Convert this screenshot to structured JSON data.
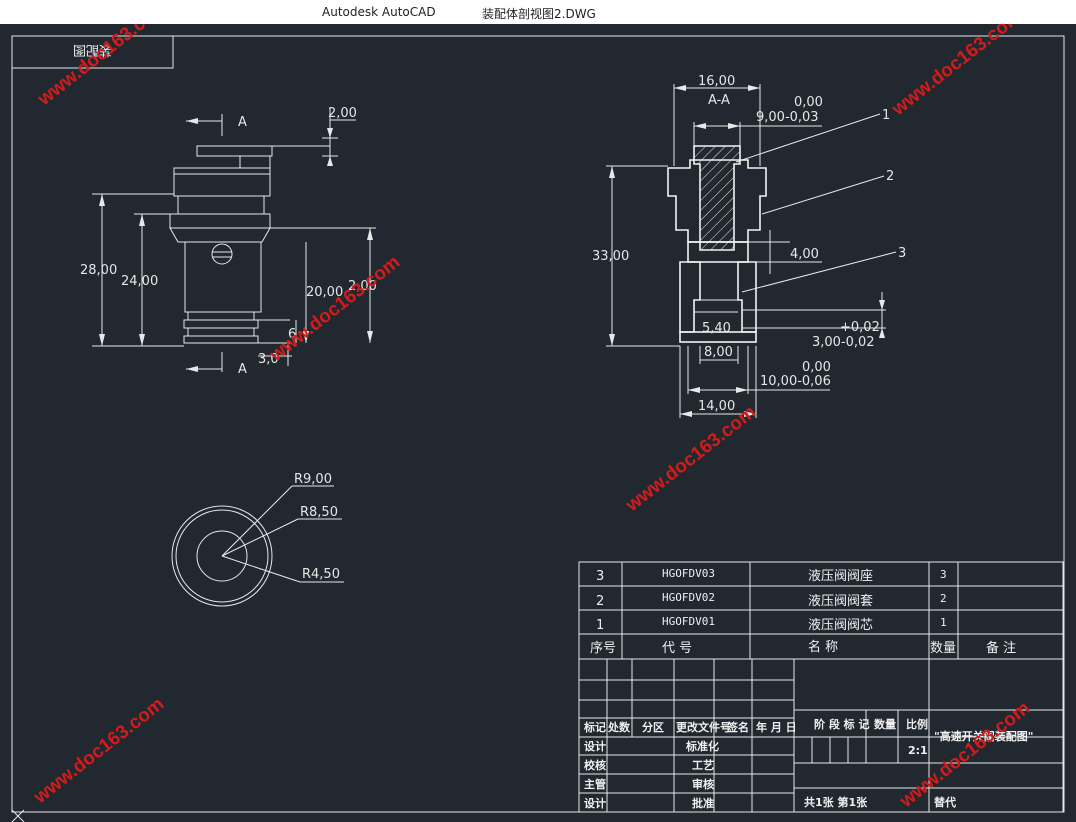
{
  "app": {
    "name": "Autodesk AutoCAD",
    "file": "装配体剖视图2.DWG"
  },
  "corner_label": "装配图",
  "colors": {
    "background": "#212830",
    "lines": "#e8e8e8",
    "watermark": "#d21c1c"
  },
  "view_left": {
    "section_mark": "A",
    "dims": {
      "top_step": "2,00",
      "overall": "28,00",
      "body": "24,00",
      "right_a": "20,00",
      "right_b": "2,00",
      "small_a": "6",
      "small_b": "3,0"
    }
  },
  "view_section": {
    "title": "A-A",
    "dims": {
      "top_width": "16,00",
      "fit_upper": "0,00",
      "fit_main": "9,00-0,03",
      "height": "33,00",
      "step": "4,00",
      "bore": "5,40",
      "inner": "8,00",
      "tol_upper": "+0,02",
      "tol_main": "3,00-0,02",
      "base_upper": "0,00",
      "base_main": "10,00-0,06",
      "base_width": "14,00"
    },
    "balloons": [
      "1",
      "2",
      "3"
    ]
  },
  "view_circle": {
    "radii": [
      "R9,00",
      "R8,50",
      "R4,50"
    ]
  },
  "bom": {
    "rows": [
      {
        "no": "3",
        "code": "HGOFDV03",
        "name": "液压阀阀座",
        "qty": "3"
      },
      {
        "no": "2",
        "code": "HGOFDV02",
        "name": "液压阀阀套",
        "qty": "2"
      },
      {
        "no": "1",
        "code": "HGOFDV01",
        "name": "液压阀阀芯",
        "qty": "1"
      }
    ],
    "header": {
      "no": "序号",
      "code": "代  号",
      "name": "名   称",
      "qty": "数量",
      "remark": "备  注"
    }
  },
  "title_block": {
    "revision_header": [
      "标记",
      "处数",
      "分区",
      "更改文件号",
      "签名",
      "年 月 日"
    ],
    "roles": [
      "设计",
      "校核",
      "主管",
      "设计"
    ],
    "roles_mid": [
      "标准化",
      "工艺",
      "审核",
      "批准"
    ],
    "stage_header": [
      "阶 段 标 记",
      "数量",
      "比例"
    ],
    "scale": "2:1",
    "drawing_title": "\"高速开关阀装配图\"",
    "sheet_text": "共1张   第1张",
    "replace": "替代"
  },
  "watermark": "www.doc163.com"
}
